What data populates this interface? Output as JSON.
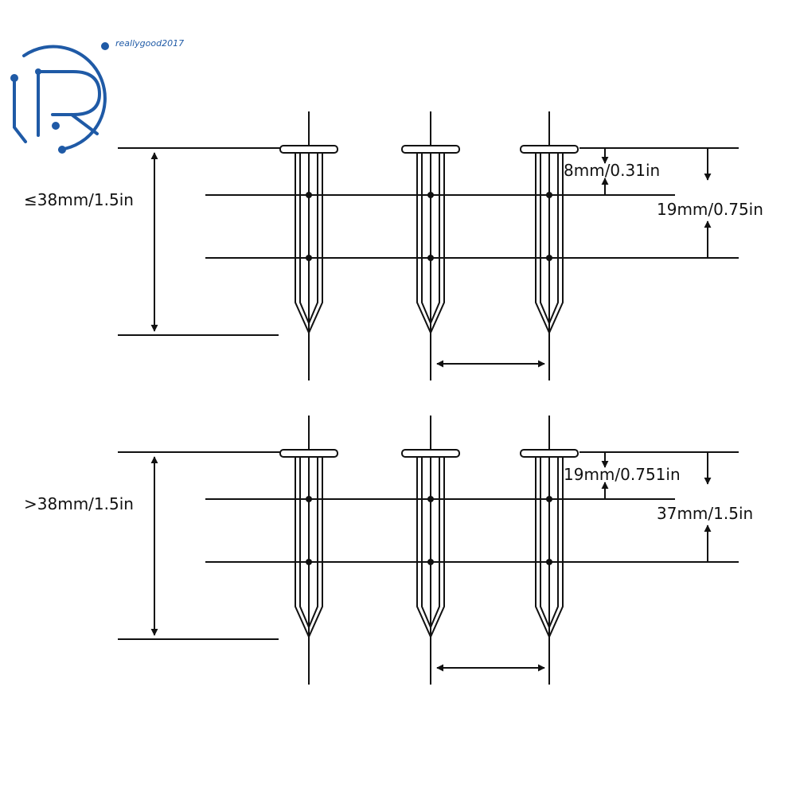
{
  "brand": {
    "letter": "R",
    "watermark": "reallygood2017",
    "color": "#1f5aa6"
  },
  "diagrams": [
    {
      "total_label": "≤38mm/1.5in",
      "top_label": "8mm/0.31in",
      "mid_label": "19mm/0.75in"
    },
    {
      "total_label": ">38mm/1.5in",
      "top_label": "19mm/0.751in",
      "mid_label": "37mm/1.5in"
    }
  ],
  "colors": {
    "line": "#111111",
    "head_fill": "#ffffff"
  }
}
